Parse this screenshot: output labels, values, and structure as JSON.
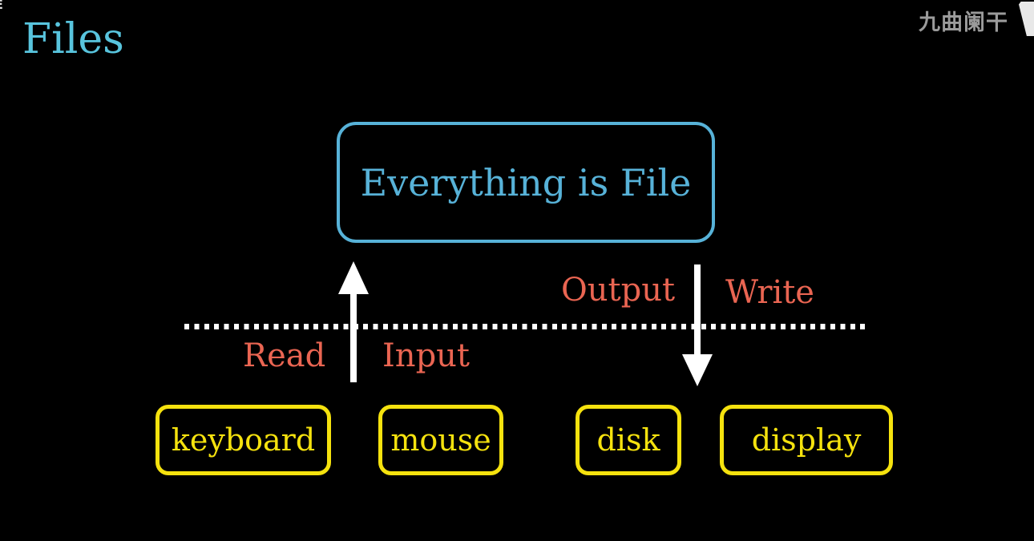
{
  "scene": {
    "background": "#000000",
    "corner_fragment": "E"
  },
  "title": {
    "text": "Files",
    "color": "#58C4DD"
  },
  "watermark": {
    "text": "九曲阑干",
    "color": "#9B9B9B",
    "logo_icon": "clipped-white-flag-logo"
  },
  "main_box": {
    "label": "Everything is File",
    "color": "#57B2D8"
  },
  "divider": {
    "style": "dotted",
    "color": "#FFFFFF"
  },
  "flow": {
    "arrow_color": "#FFFFFF",
    "label_color": "#EA6552",
    "read_label": "Read",
    "input_label": "Input",
    "output_label": "Output",
    "write_label": "Write",
    "up_arrow_icon": "white-up-arrow",
    "down_arrow_icon": "white-down-arrow"
  },
  "devices": {
    "border_color": "#F5E20E",
    "items": [
      {
        "label": "keyboard"
      },
      {
        "label": "mouse"
      },
      {
        "label": "disk"
      },
      {
        "label": "display"
      }
    ]
  }
}
